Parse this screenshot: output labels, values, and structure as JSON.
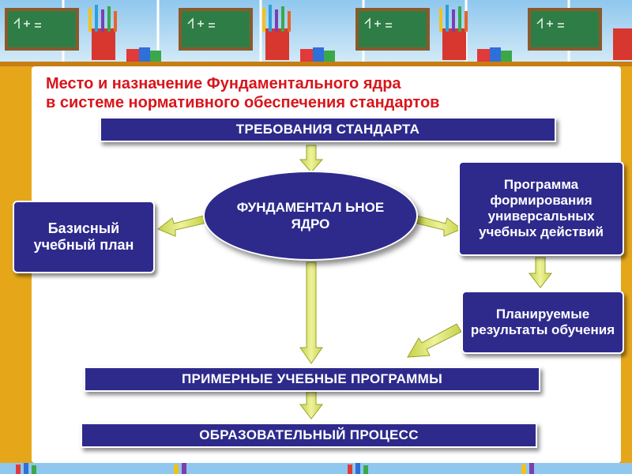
{
  "title": {
    "line1": "Место и назначение Фундаментального ядра",
    "line2": "в системе нормативного обеспечения стандартов"
  },
  "nodes": {
    "requirements": "ТРЕБОВАНИЯ СТАНДАРТА",
    "core": "ФУНДАМЕНТАЛ ЬНОЕ ЯДРО",
    "basic_plan": "Базисный учебный план",
    "uud_program": "Программа формирования универсальных учебных действий",
    "planned_results": "Планируемые результаты обучения",
    "sample_programs": "ПРИМЕРНЫЕ УЧЕБНЫЕ ПРОГРАММЫ",
    "educational_process": "ОБРАЗОВАТЕЛЬНЫЙ ПРОЦЕСС"
  },
  "colors": {
    "box_fill": "#2e2a8c",
    "title_text": "#d8161b",
    "arrow_fill": "#d8e36a",
    "background_frame": "#e6a61a"
  }
}
